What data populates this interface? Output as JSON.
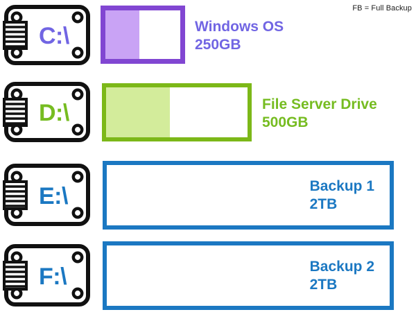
{
  "legend": {
    "text": "FB = Full Backup"
  },
  "colors": {
    "purple_border": "#8146D2",
    "purple_fill": "#C9A3F5",
    "purple_text": "#7165E3",
    "green_border": "#7CB818",
    "green_fill": "#D3EC9B",
    "green_text": "#76BC21",
    "blue_border": "#1B78C2",
    "blue_text": "#1B78C2",
    "icon_outline": "#111111"
  },
  "drives": [
    {
      "id": "drive-c",
      "letter": "C:\\",
      "name": "Windows OS",
      "capacity": "250GB",
      "used_percent": 45,
      "label_position": "outside",
      "accent": "#7165E3",
      "icon": "hard-drive-icon"
    },
    {
      "id": "drive-d",
      "letter": "D:\\",
      "name": "File Server Drive",
      "capacity": "500GB",
      "used_percent": 45,
      "label_position": "outside",
      "accent": "#76BC21",
      "icon": "hard-drive-icon"
    },
    {
      "id": "drive-e",
      "letter": "E:\\",
      "name": "Backup 1",
      "capacity": "2TB",
      "used_percent": 0,
      "label_position": "inside",
      "accent": "#1B78C2",
      "icon": "hard-drive-icon"
    },
    {
      "id": "drive-f",
      "letter": "F:\\",
      "name": "Backup 2",
      "capacity": "2TB",
      "used_percent": 0,
      "label_position": "inside",
      "accent": "#1B78C2",
      "icon": "hard-drive-icon"
    }
  ]
}
